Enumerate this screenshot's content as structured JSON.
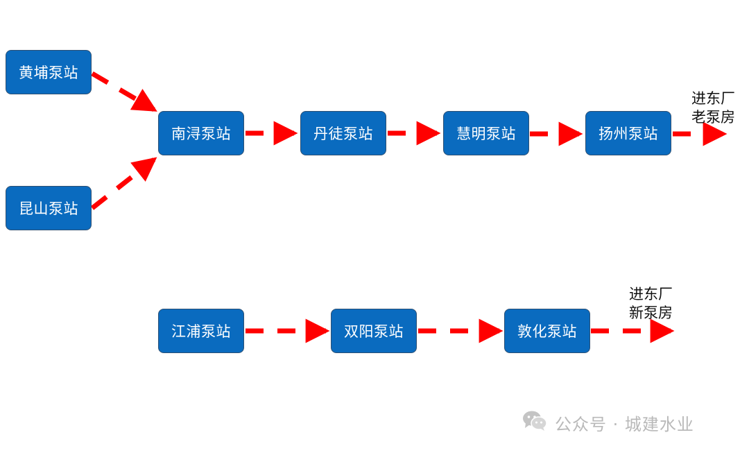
{
  "nodes": {
    "huangpu": "黄埔泵站",
    "kunshan": "昆山泵站",
    "nanxun": "南浔泵站",
    "dantu": "丹徒泵站",
    "huiming": "慧明泵站",
    "yangzhou": "扬州泵站",
    "jiangpu": "江浦泵站",
    "shuangyang": "双阳泵站",
    "dunhua": "敦化泵站"
  },
  "destinations": {
    "old_line1": "进东厂",
    "old_line2": "老泵房",
    "new_line1": "进东厂",
    "new_line2": "新泵房"
  },
  "watermark": {
    "text": "公众号 · 城建水业",
    "icon": "wechat-icon"
  },
  "colors": {
    "node_fill": "#0a6bbf",
    "node_border": "#2c4f73",
    "arrow": "#ff0000"
  }
}
